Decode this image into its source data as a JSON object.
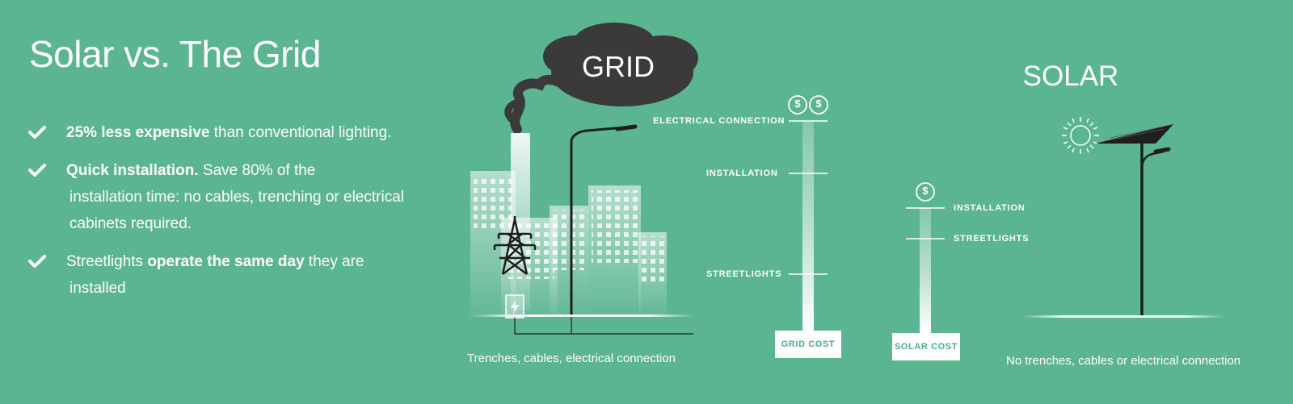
{
  "title": "Solar vs. The Grid",
  "bullets": [
    {
      "bold": "25% less expensive",
      "text": " than conventional lighting.",
      "cont": ""
    },
    {
      "bold": "Quick installation.",
      "text": " Save 80% of the",
      "cont": "installation time: no cables, trenching or electrical cabinets required."
    },
    {
      "pre": "Streetlights ",
      "bold": "operate the same day",
      "text": " they are",
      "cont": "installed"
    }
  ],
  "grid": {
    "label": "GRID",
    "caption": "Trenches, cables, electrical connection",
    "cost_label": "GRID COST",
    "levels": [
      "ELECTRICAL CONNECTION",
      "INSTALLATION",
      "STREETLIGHTS"
    ],
    "dollar_icons": [
      "$",
      "$"
    ]
  },
  "solar": {
    "label": "SOLAR",
    "caption": "No trenches, cables or electrical connection",
    "cost_label": "SOLAR COST",
    "levels": [
      "INSTALLATION",
      "STREETLIGHTS"
    ],
    "dollar_icons": [
      "$"
    ]
  },
  "colors": {
    "background": "#5bb591",
    "smoke": "#3a3a3a",
    "text": "#ffffff"
  },
  "icons": [
    "check-icon",
    "dollar-icon",
    "sun-icon",
    "lightning-icon",
    "power-tower-icon",
    "smoke-cloud-icon",
    "solar-panel-icon",
    "streetlight-icon"
  ]
}
